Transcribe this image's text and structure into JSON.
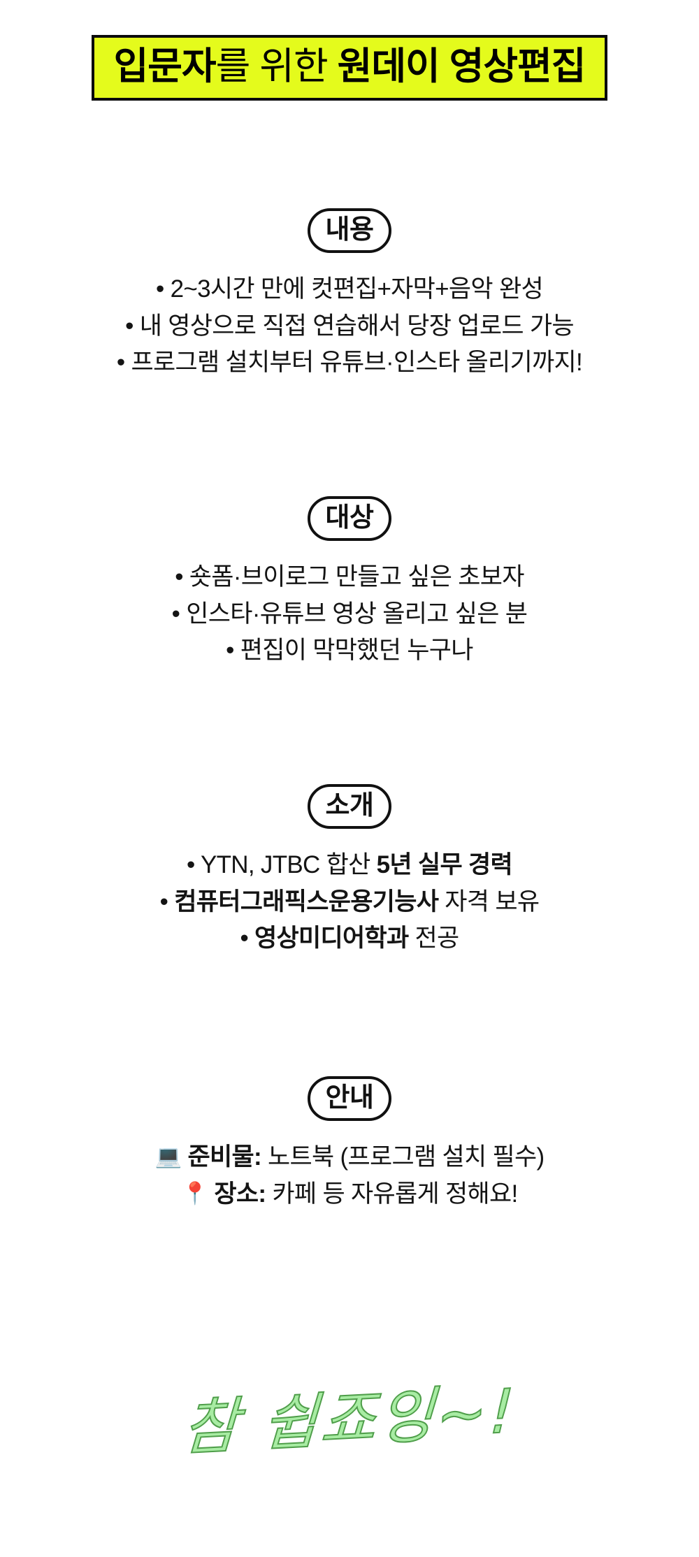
{
  "poster": {
    "title": {
      "prefix": "입문자",
      "middle": "를 위한 ",
      "highlight": "원데이 영상편집",
      "full": "입문자를 위한 원데이 영상편집",
      "background_color": "#E4FB1C",
      "border_color": "#0B0B0B"
    },
    "sections": [
      {
        "key": "content",
        "label": "내용",
        "lines": [
          {
            "text": "• 2~3시간 만에 컷편집+자막+음악 완성"
          },
          {
            "text": "• 내 영상으로 직접 연습해서 당장 업로드 가능"
          },
          {
            "text": "• 프로그램 설치부터 유튜브·인스타 올리기까지!"
          }
        ]
      },
      {
        "key": "target",
        "label": "대상",
        "lines": [
          {
            "text": "• 숏폼·브이로그 만들고 싶은 초보자"
          },
          {
            "text": "• 인스타·유튜브 영상 올리고 싶은 분"
          },
          {
            "text": "• 편집이 막막했던 누구나"
          }
        ]
      },
      {
        "key": "intro",
        "label": "소개",
        "lines": [
          {
            "plain_lead": "• YTN, JTBC 합산 ",
            "bold": "5년 실무 경력",
            "plain_tail": ""
          },
          {
            "plain_lead": "• ",
            "bold": "컴퓨터그래픽스운용기능사",
            "plain_tail": " 자격 보유"
          },
          {
            "plain_lead": "• ",
            "bold": "영상미디어학과",
            "plain_tail": " 전공"
          }
        ]
      },
      {
        "key": "notice",
        "label": "안내",
        "lines": [
          {
            "icon": "💻",
            "icon_name": "laptop-icon",
            "bold": "준비물:",
            "plain_tail": " 노트북 (프로그램 설치 필수)"
          },
          {
            "icon": "📍",
            "icon_name": "pin-icon",
            "bold": "장소:",
            "plain_tail": " 카페 등 자유롭게 정해요!"
          }
        ]
      }
    ],
    "closing": {
      "text": "참 쉽죠잉~!",
      "fill_color": "#A8ECA3",
      "stroke_color": "#4F9E4A"
    }
  }
}
